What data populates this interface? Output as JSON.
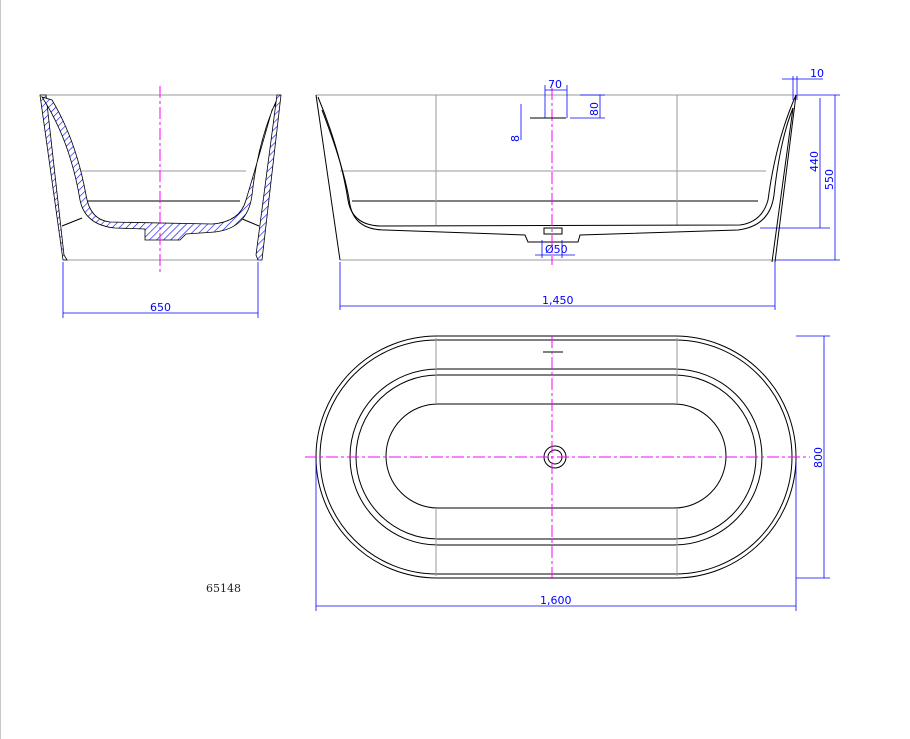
{
  "drawing": {
    "model_number": "65148",
    "colors": {
      "outline": "#000000",
      "dimension": "#0000ff",
      "centerline": "#ff00ff",
      "hatch": "#0000ff"
    },
    "end_section": {
      "width_label": "650"
    },
    "side_section": {
      "length_label": "1,450",
      "overflow_width_label": "70",
      "overflow_depth_label": "80",
      "overflow_height_label": "8",
      "rim_thickness_label": "10",
      "inner_depth_label": "440",
      "total_height_label": "550",
      "drain_diameter_label": "Ø50"
    },
    "plan_view": {
      "width_label": "800",
      "length_label": "1,600"
    }
  }
}
